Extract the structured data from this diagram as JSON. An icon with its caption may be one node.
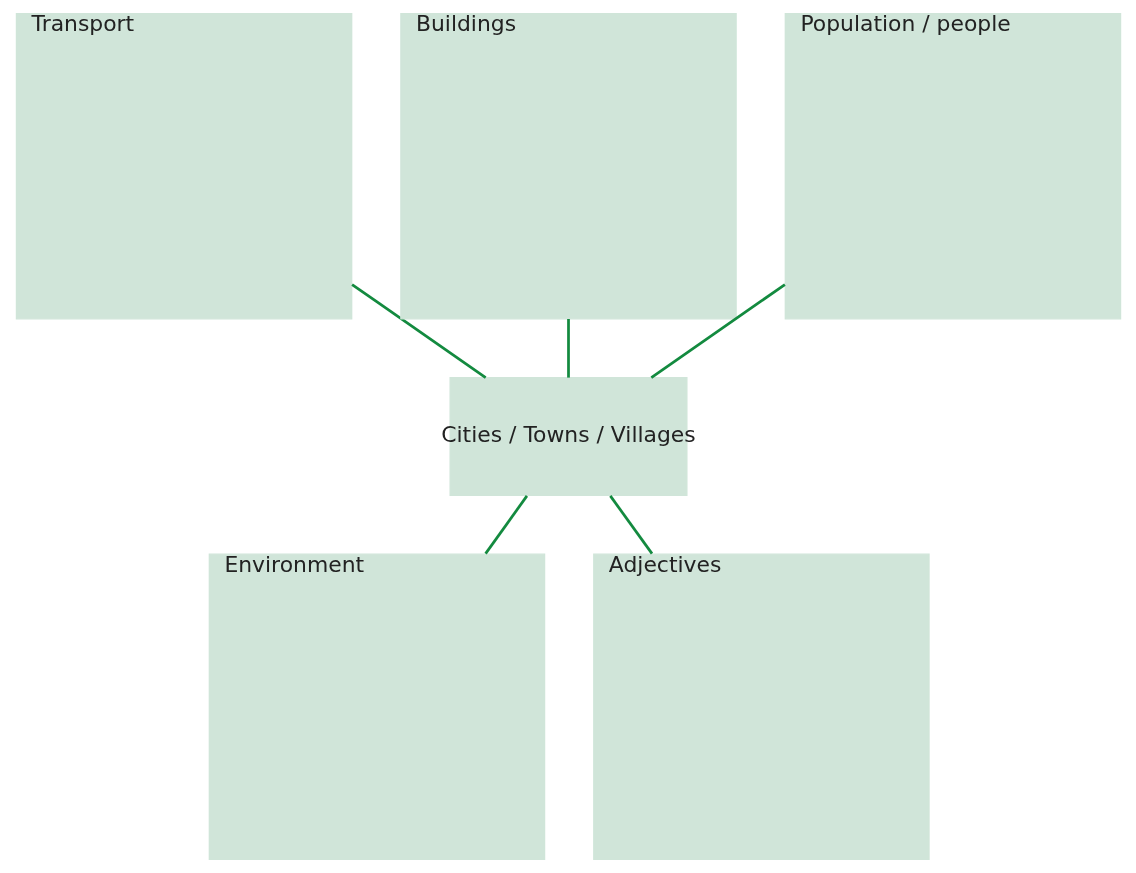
{
  "diagram": {
    "nodes": [
      {
        "text": [
          "Transport"
        ]
      },
      {
        "text": [
          "Buildings"
        ]
      },
      {
        "text": [
          "Population / people"
        ]
      },
      {
        "text": [
          "Cities / Towns / Villages"
        ]
      },
      {
        "text": [
          "Environment"
        ]
      },
      {
        "text": [
          "Adjectives"
        ]
      }
    ],
    "edges": [
      {
        "from": 0,
        "to": 3,
        "arrow": "none"
      },
      {
        "from": 1,
        "to": 3,
        "arrow": "none"
      },
      {
        "from": 2,
        "to": 3,
        "arrow": "none"
      },
      {
        "from": 3,
        "to": 4,
        "arrow": "none"
      },
      {
        "from": 3,
        "to": 5,
        "arrow": "none"
      }
    ]
  }
}
